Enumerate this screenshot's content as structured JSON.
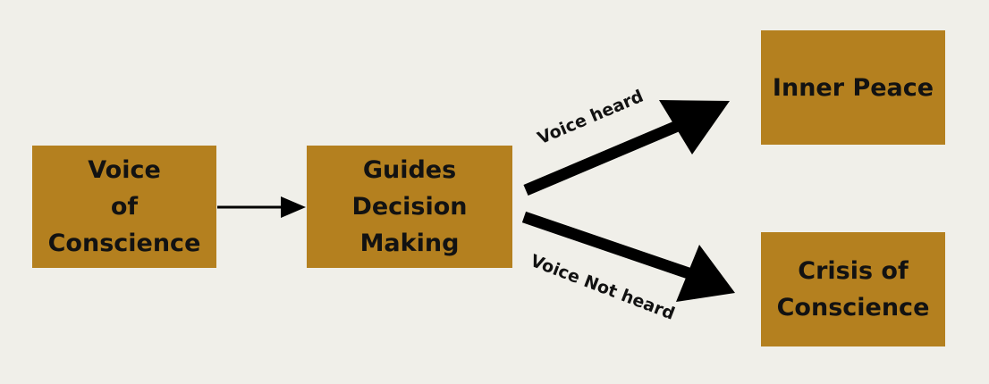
{
  "nodes": {
    "voice_of_conscience": "Voice\nof\nConscience",
    "guides_decision_making": "Guides\nDecision\nMaking",
    "inner_peace": "Inner Peace",
    "crisis_of_conscience": "Crisis of\nConscience"
  },
  "edges": {
    "voice_heard": "Voice heard",
    "voice_not_heard": "Voice Not heard"
  },
  "colors": {
    "box_fill": "#b4801f",
    "background": "#f0efe9",
    "text": "#121212"
  }
}
